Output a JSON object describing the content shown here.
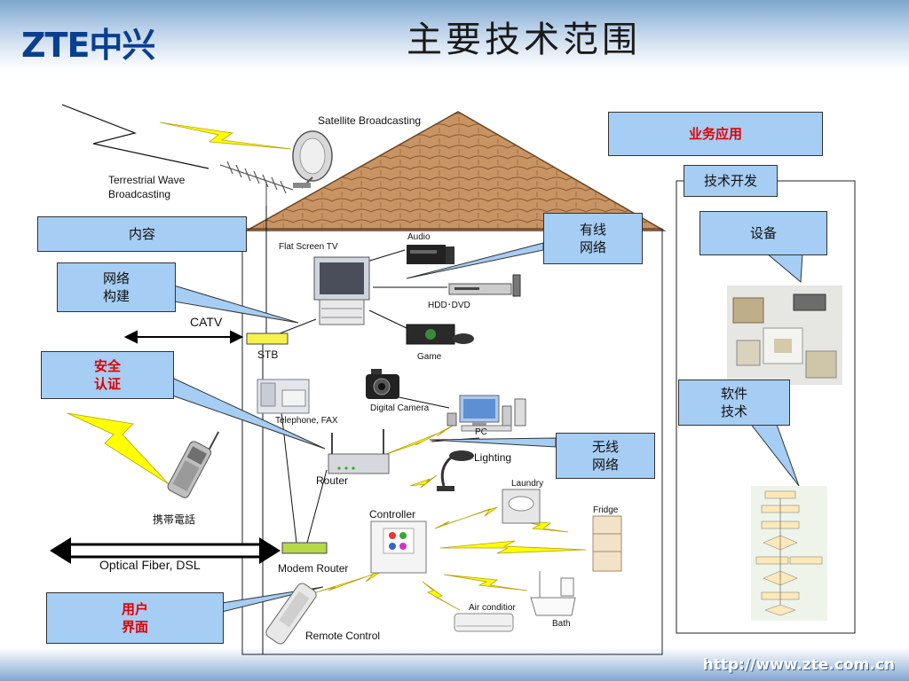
{
  "header": {
    "logo": "ZTE中兴",
    "title": "主要技术范围"
  },
  "footer": {
    "url": "http://www.zte.com.cn"
  },
  "callouts": {
    "business_app": "业务应用",
    "tech_dev": "技术开发",
    "content": "内容",
    "network_build": "网络\n构建",
    "security_auth": "安全\n认证",
    "wired_network": "有线\n网络",
    "equipment": "设备",
    "software_tech": "软件\n技术",
    "wireless_network": "无线\n网络",
    "user_interface": "用户\n界面"
  },
  "labels": {
    "satellite": "Satellite Broadcasting",
    "terrestrial": "Terrestrial Wave\nBroadcasting",
    "flat_tv": "Flat Screen TV",
    "audio": "Audio",
    "hdd_dvd": "HDD･DVD",
    "catv": "CATV",
    "stb": "STB",
    "game": "Game",
    "telephone_fax": "Telephone, FAX",
    "digital_camera": "Digital Camera",
    "pc": "PC",
    "lighting": "Lighting",
    "router": "Router",
    "laundry": "Laundry",
    "mobile_phone": "携帯電話",
    "controller": "Controller",
    "fridge": "Fridge",
    "optical": "Optical Fiber, DSL",
    "modem_router": "Modem Router",
    "air_conditioner": "Air conditior",
    "bath": "Bath",
    "remote": "Remote Control"
  },
  "colors": {
    "callout_fill": "#a6cdf3",
    "lightning": "#ffff00",
    "roof": "#c89464",
    "accent_red": "#e00000",
    "brand_blue": "#0a3f8f"
  }
}
